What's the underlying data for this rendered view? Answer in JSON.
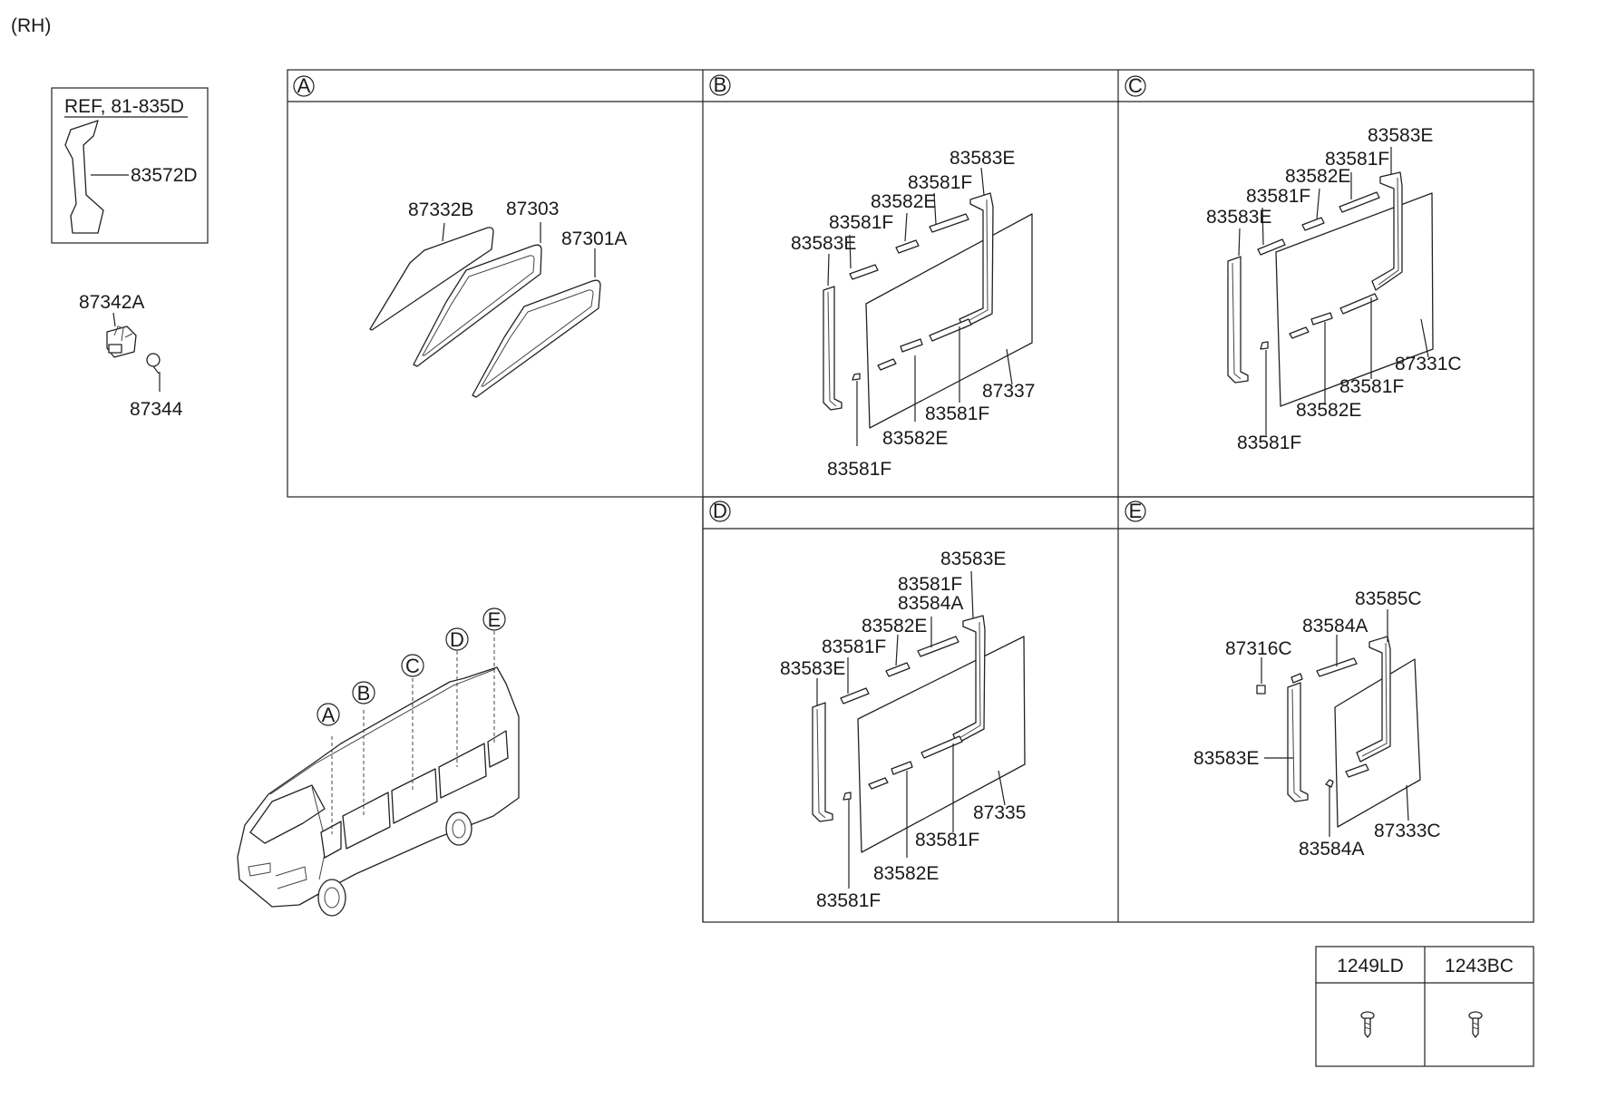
{
  "side_label": "(RH)",
  "ref_box": {
    "ref": "REF, 81-835D",
    "part": "83572D"
  },
  "small_parts": {
    "clip": "87342A",
    "fastener": "87344"
  },
  "panels": [
    {
      "letter": "A",
      "labels": [
        "87332B",
        "87303",
        "87301A"
      ]
    },
    {
      "letter": "B",
      "labels": [
        "83583E",
        "83581F",
        "83582E",
        "83581F",
        "83583E",
        "87337",
        "83581F",
        "83582E",
        "83581F"
      ]
    },
    {
      "letter": "C",
      "labels": [
        "83583E",
        "83581F",
        "83582E",
        "83581F",
        "83583E",
        "87331C",
        "83581F",
        "83582E",
        "83581F"
      ]
    },
    {
      "letter": "D",
      "labels": [
        "83583E",
        "83581F",
        "83584A",
        "83582E",
        "83581F",
        "83583E",
        "87335",
        "83581F",
        "83582E",
        "83581F"
      ]
    },
    {
      "letter": "E",
      "labels": [
        "83585C",
        "83584A",
        "87316C",
        "83583E",
        "87333C",
        "83584A"
      ]
    }
  ],
  "vehicle_callouts": [
    "A",
    "B",
    "C",
    "D",
    "E"
  ],
  "screw_table": {
    "headers": [
      "1249LD",
      "1243BC"
    ]
  }
}
